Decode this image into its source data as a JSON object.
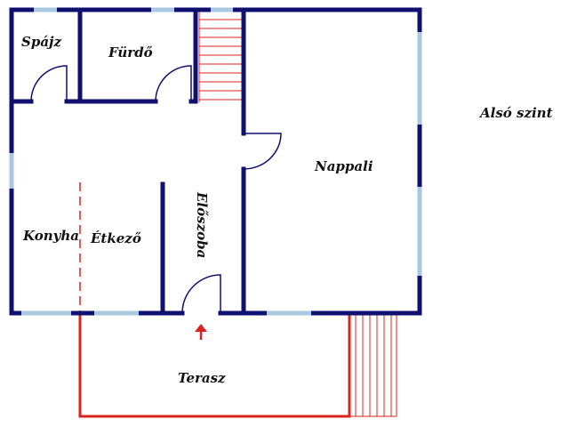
{
  "level_label": "Alsó szint",
  "rooms": {
    "spajz": "Spájz",
    "furdo": "Fürdő",
    "nappali": "Nappali",
    "konyha": "Konyha",
    "etkezo": "Étkező",
    "eloszoba": "Előszoba",
    "terasz": "Terasz"
  },
  "colors": {
    "wall": "#0f1070",
    "window": "#a9c9e3",
    "stairs": "#d9251f",
    "terrace": "#d9251f",
    "door": "#0f1070",
    "entrance_arrow": "#d9251f"
  }
}
